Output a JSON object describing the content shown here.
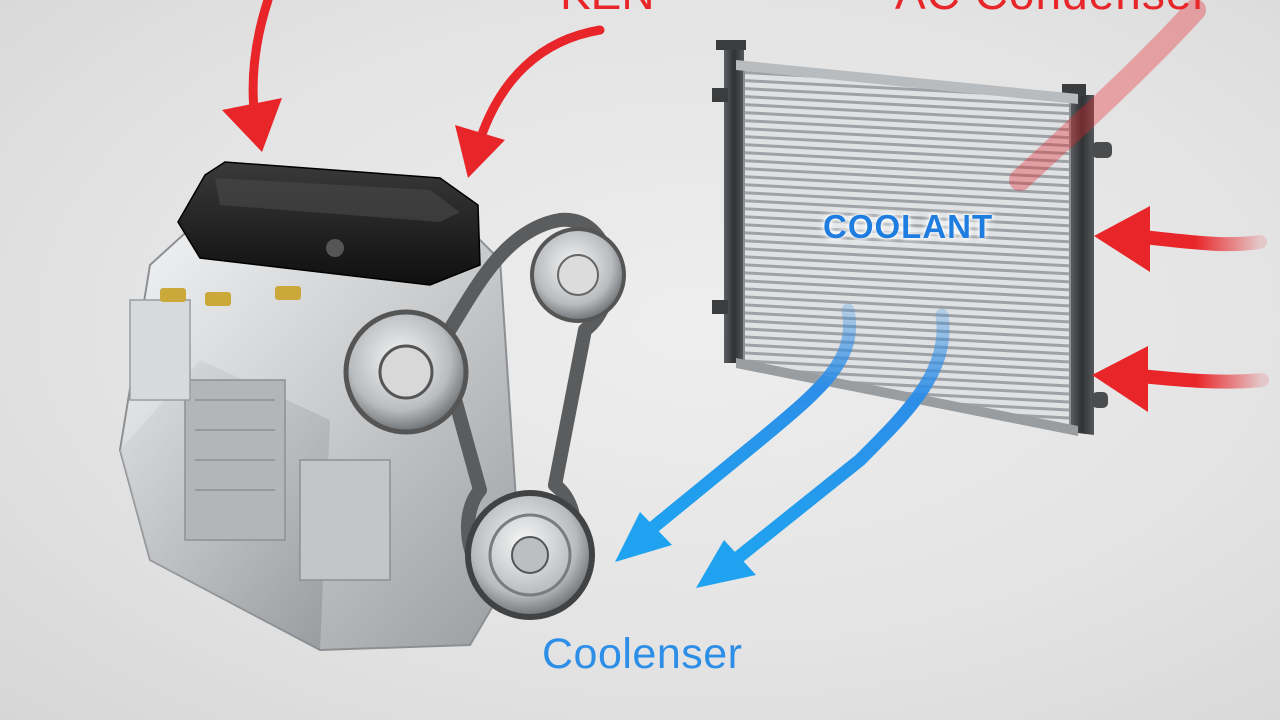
{
  "labels": {
    "top_left": "KEN",
    "top_right": "AC Condenser",
    "radiator_center": "COOLANT",
    "bottom": "Coolenser"
  },
  "colors": {
    "heat_arrow": "#e8262a",
    "cool_arrow": "#2d8ee8",
    "background": "#e5e5e5",
    "engine_cover": "#1b1b1b",
    "engine_metal": "#c9cbcd"
  },
  "components": {
    "engine": "engine-icon",
    "radiator": "radiator-icon",
    "belt": "drive-belt-icon"
  }
}
